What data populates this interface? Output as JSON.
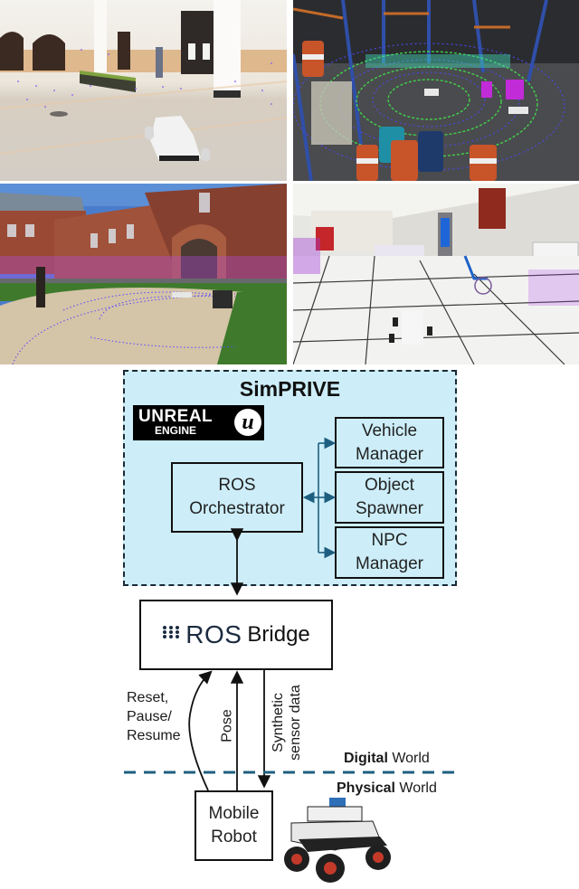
{
  "scenes": [
    {
      "id": "indoor-hall",
      "label": "Indoor hall scene with robot and LiDAR points"
    },
    {
      "id": "warehouse",
      "label": "Warehouse scene with barrels and LiDAR rings"
    },
    {
      "id": "campus",
      "label": "Outdoor campus courtyard scene"
    },
    {
      "id": "hospital",
      "label": "Hospital corridor scene with wheelchair"
    }
  ],
  "diagram": {
    "title": "SimPRIVE",
    "engine_logo": {
      "line1": "UNREAL",
      "line2": "ENGINE",
      "glyph": "u"
    },
    "orchestrator": {
      "line1": "ROS",
      "line2": "Orchestrator"
    },
    "modules": [
      {
        "line1": "Vehicle",
        "line2": "Manager"
      },
      {
        "line1": "Object",
        "line2": "Spawner"
      },
      {
        "line1": "NPC",
        "line2": "Manager"
      }
    ],
    "bridge": {
      "logo_text": "ROS",
      "text": "Bridge"
    },
    "robot": {
      "line1": "Mobile",
      "line2": "Robot"
    },
    "arrows": {
      "reset": [
        "Reset,",
        "Pause/",
        "Resume"
      ],
      "pose": "Pose",
      "synthetic": [
        "Synthetic",
        "sensor data"
      ]
    },
    "worlds": {
      "digital_bold": "Digital",
      "digital_rest": " World",
      "physical_bold": "Physical",
      "physical_rest": " World"
    },
    "colors": {
      "panel_fill": "#cdeef9",
      "accent_blue": "#1e5f80",
      "divider": "#1e5f80"
    }
  }
}
